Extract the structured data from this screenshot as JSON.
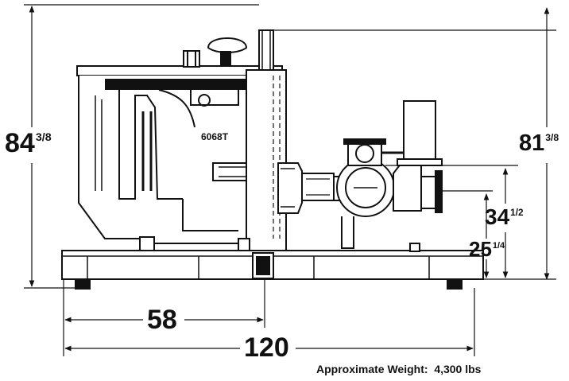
{
  "model": "6068T",
  "dimensions": {
    "overall_height": {
      "whole": "84",
      "fraction": "3/8"
    },
    "top_height": {
      "whole": "81",
      "fraction": "3/8"
    },
    "outlet_height": {
      "whole": "34",
      "fraction": "1/2"
    },
    "base_height": {
      "whole": "25",
      "fraction": "1/4"
    },
    "center_length": "58",
    "overall_length": "120"
  },
  "weight": {
    "label": "Approximate Weight:",
    "value": "4,300 lbs"
  }
}
